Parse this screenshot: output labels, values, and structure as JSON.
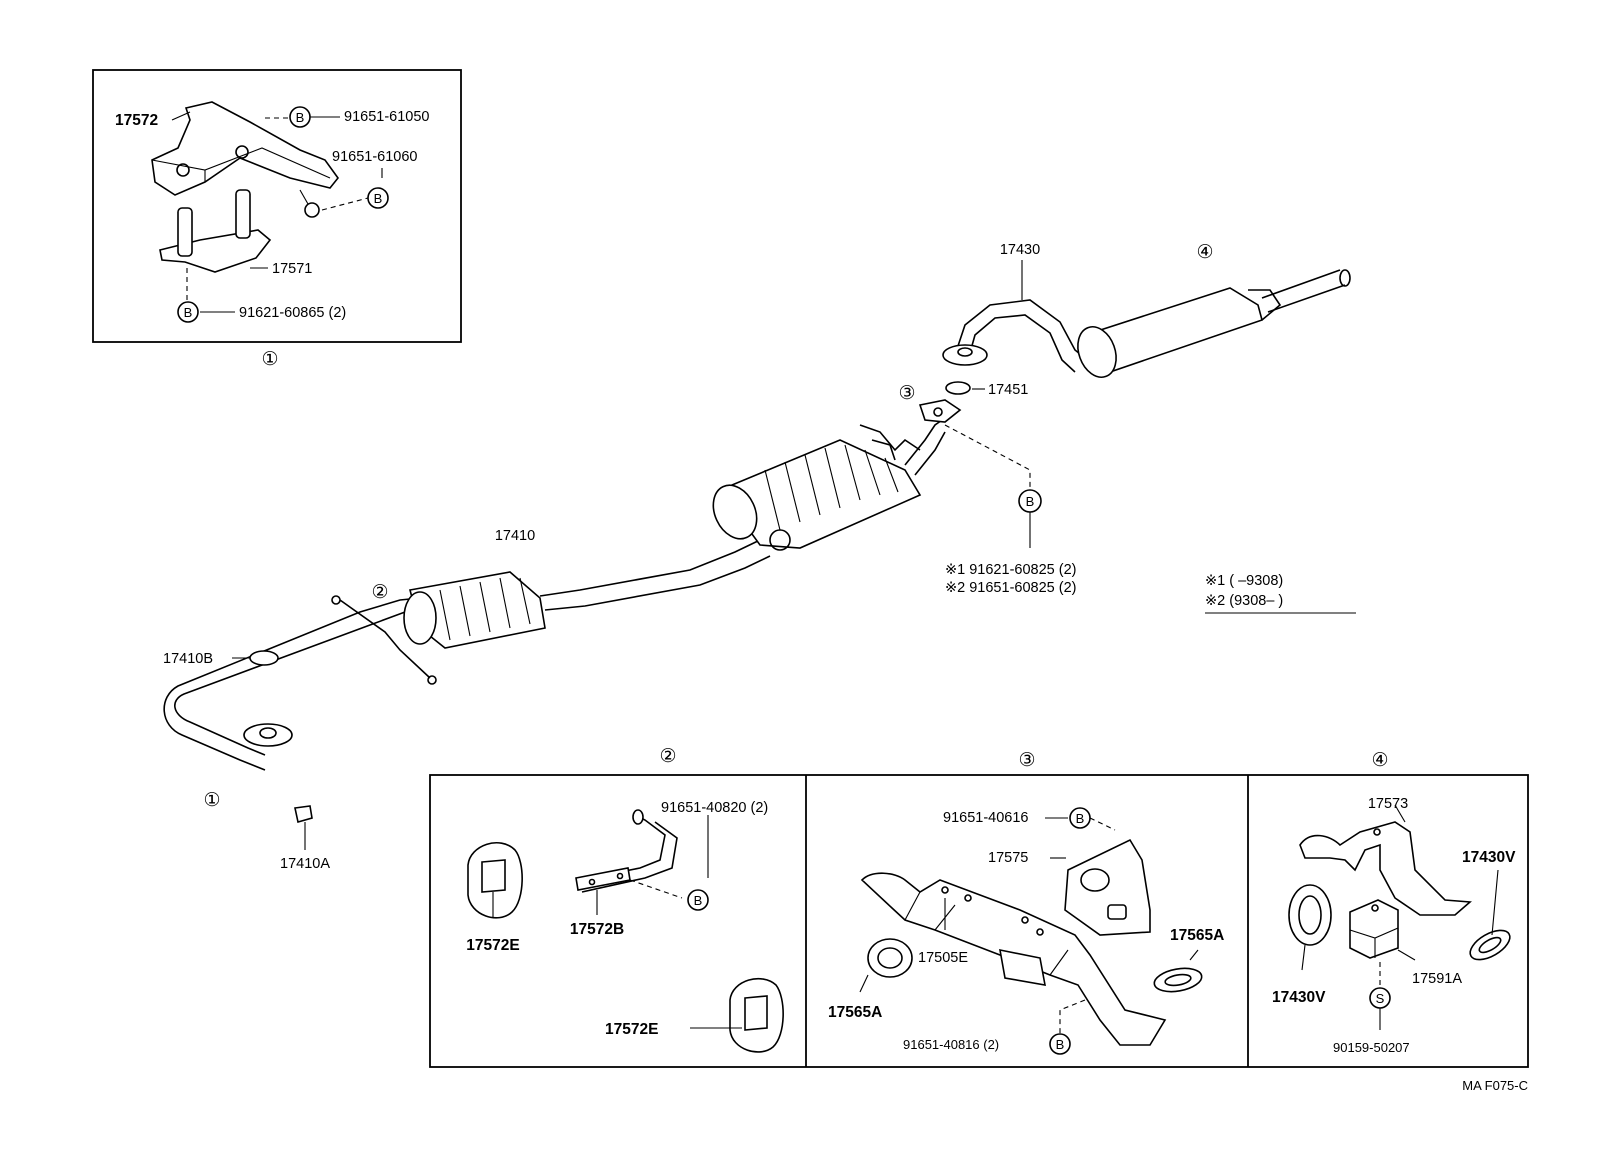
{
  "inset1": {
    "label": "①",
    "bracket": "17572",
    "bolt_a": "91651-61050",
    "bolt_b": "91651-61060",
    "hanger": "17571",
    "bolt_c": "91621-60865 (2)"
  },
  "main": {
    "front_pipe": "17410",
    "gasket_b": "17410B",
    "gasket_a": "17410A",
    "tail_pipe": "17430",
    "gasket_tail": "17451",
    "callout_1": "①",
    "callout_2": "②",
    "callout_3": "③",
    "callout_4": "④",
    "bolt_note_1": "※1 91621-60825 (2)",
    "bolt_note_2": "※2 91651-60825 (2)",
    "date_note_1": "※1 (        –9308)",
    "date_note_2": "※2 (9308–         )"
  },
  "inset2": {
    "label": "②",
    "bolt": "91651-40820 (2)",
    "support_b": "17572B",
    "cushion_1": "17572E",
    "cushion_2": "17572E"
  },
  "inset3": {
    "label": "③",
    "bolt_top": "91651-40616",
    "bracket": "17575",
    "support": "17505E",
    "gasket_left": "17565A",
    "gasket_right": "17565A",
    "bolt_bottom": "91651-40816 (2)"
  },
  "inset4": {
    "label": "④",
    "bracket": "17573",
    "gasket_right": "17430V",
    "gasket_left": "17430V",
    "cushion": "17591A",
    "screw": "90159-50207"
  },
  "footer": {
    "code": "MA F075-C"
  },
  "markers": {
    "b": "B",
    "s": "S"
  }
}
